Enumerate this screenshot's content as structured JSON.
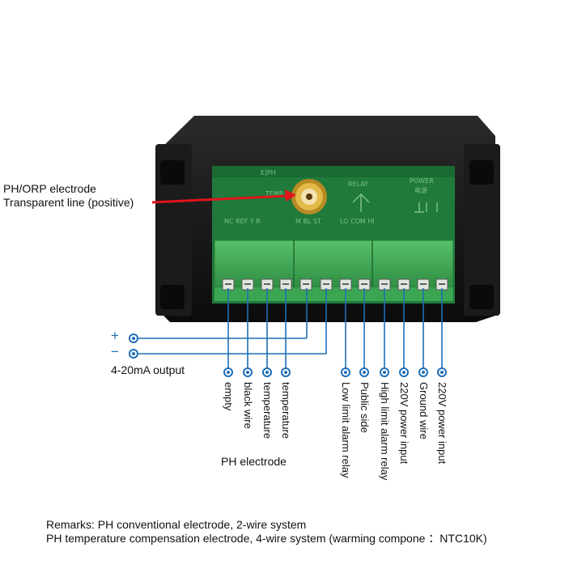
{
  "callout": {
    "line1": "PH/ORP electrode",
    "line2": "Transparent line (positive)"
  },
  "pcb": {
    "top_mark": "E|PH",
    "temp": "TEMP",
    "relay": "RELAY",
    "power": "POWER",
    "power_cn": "电源",
    "pins_left": "NC  REF  Y    R",
    "pins_mid": "M  BL  ST",
    "pins_relay": "LO COM HI"
  },
  "output": {
    "plus": "+",
    "minus": "−",
    "label": "4-20mA output"
  },
  "terminals": [
    "empty",
    "black wire",
    "temperature",
    "temperature",
    "Low limit alarm relay",
    "Public side",
    "High limit alarm relay",
    "220V power input",
    "Ground wire",
    "220V power input"
  ],
  "group_label": "PH electrode",
  "remarks": {
    "line1": "Remarks: PH conventional electrode, 2-wire system",
    "line2": "PH temperature compensation electrode, 4-wire system (warming compone ：NTC10K)"
  }
}
